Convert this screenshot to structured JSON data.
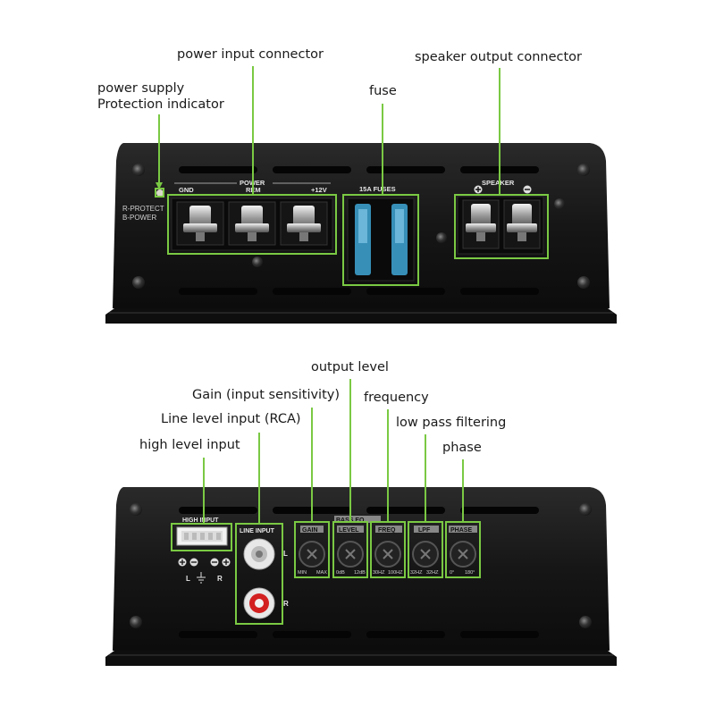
{
  "callouts": {
    "power_input_connector": "power input connector",
    "speaker_output_connector": "speaker output connector",
    "power_supply_line1": "power supply",
    "power_supply_line2": "Protection indicator",
    "fuse": "fuse",
    "output_level": "output level",
    "gain": "Gain (input sensitivity)",
    "frequency": "frequency",
    "line_level_input": "Line level input (RCA)",
    "low_pass_filtering": "low pass filtering",
    "high_level_input": "high level input",
    "phase": "phase"
  },
  "top_panel": {
    "power_label": "POWER",
    "gnd": "GND",
    "rem": "REM",
    "plus12v": "+12V",
    "fuses_label": "15A FUSES",
    "speaker_label": "SPEAKER",
    "r_protect": "R-PROTECT",
    "b_power": "B-POWER"
  },
  "bottom_panel": {
    "high_input": "HIGH INPUT",
    "line_input": "LINE INPUT",
    "bass_eq": "BASS EQ",
    "l": "L",
    "r": "R",
    "high_input_l": "L",
    "high_input_r": "R",
    "gain": "GAIN",
    "gain_min": "MIN",
    "gain_max": "MAX",
    "level": "LEVEL",
    "level_min": "0dB",
    "level_max": "12dB",
    "freq": "FREQ",
    "freq_min": "30HZ",
    "freq_max": "100HZ",
    "lpf": "LPF",
    "lpf_min": "32HZ",
    "lpf_max": "32HZ",
    "phase": "PHASE",
    "phase_min": "0°",
    "phase_max": "180°"
  },
  "colors": {
    "highlight": "#7ac943",
    "panel": "#1c1c1c",
    "panel_face": "#141414",
    "fuse": "#3fa7d6",
    "rca_red": "#d32020"
  }
}
